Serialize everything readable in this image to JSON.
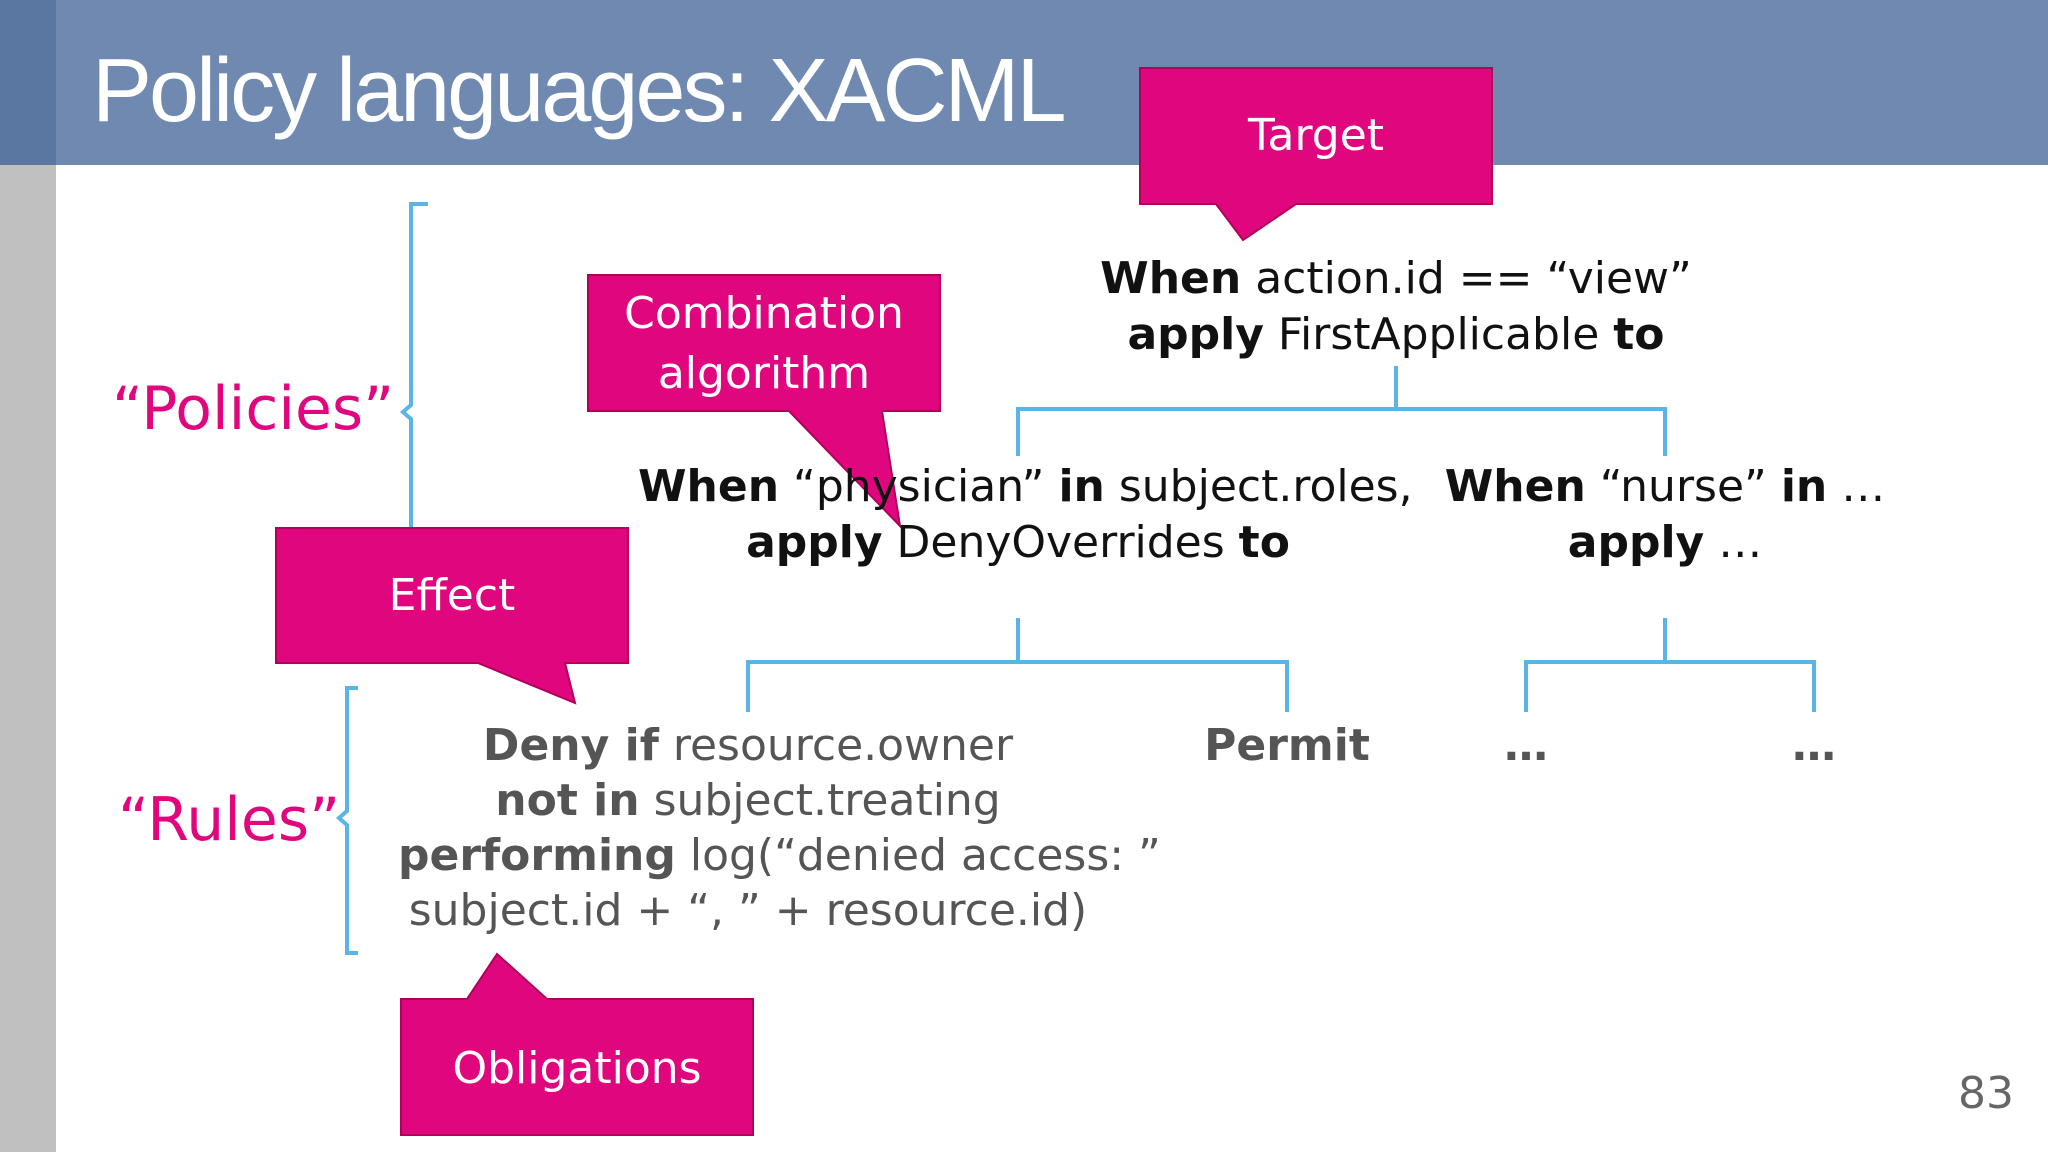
{
  "title": "Policy languages: XACML",
  "page_number": "83",
  "colors": {
    "header": "#7089b0",
    "callout": "#e0077e",
    "connector": "#5ab4e5",
    "brace_label": "#e0077e"
  },
  "brace_labels": {
    "policies": "“Policies”",
    "rules": "“Rules”"
  },
  "callouts": {
    "target": "Target",
    "combination_line1": "Combination",
    "combination_line2": "algorithm",
    "effect": "Effect",
    "obligations": "Obligations"
  },
  "root_policy": {
    "when": "When",
    "condition": " action.id == “view”",
    "apply": "apply",
    "algorithm": " FirstApplicable ",
    "to": "to"
  },
  "policy_physician": {
    "when": "When",
    "cond_a": " “physician” ",
    "in": "in",
    "cond_b": " subject.roles,",
    "apply": "apply",
    "algorithm": " DenyOverrides ",
    "to": "to"
  },
  "policy_nurse": {
    "when": "When",
    "cond_a": " “nurse” ",
    "in": "in",
    "cond_b": " …",
    "apply": "apply",
    "rest": " …"
  },
  "rule_deny": {
    "deny_if": "Deny if",
    "line1": " resource.owner",
    "not_in": "not in",
    "line2": " subject.treating",
    "performing": "performing",
    "line3": " log(“denied access: ”",
    "line4": "subject.id + “, ” + resource.id)"
  },
  "rule_permit": "Permit",
  "rule_nurse_1": "…",
  "rule_nurse_2": "…"
}
